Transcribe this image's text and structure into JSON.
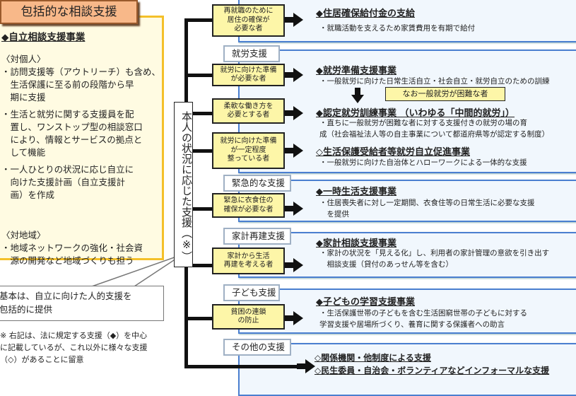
{
  "left": {
    "title": "包括的な相談支援",
    "heading": "◆自立相談支援事業",
    "individual_label": "〈対個人〉",
    "individual_lines": [
      "・訪問支援等（アウトリーチ）も含め、",
      "　生活保護に至る前の段階から早",
      "　期に支援",
      "・生活と就労に関する支援員を配",
      "　置し、ワンストップ型の相談窓口",
      "　により、情報とサービスの拠点と",
      "　して機能",
      "・一人ひとりの状況に応じ自立に",
      "　向けた支援計画（自立支援計",
      "　画）を作成"
    ],
    "community_label": "〈対地域〉",
    "community_lines": [
      "・地域ネットワークの強化・社会資",
      "　源の開発など地域づくりも担う"
    ],
    "callout": [
      "基本は、自立に向けた人的支援を",
      "包括的に提供"
    ],
    "note": [
      "※ 右記は、法に規定する支援（◆）を中心",
      "に記載しているが、これ以外に様々な支援",
      "（◇）があることに留意"
    ]
  },
  "center_label": "本人の状況に応じた支援（※）",
  "sections": [
    {
      "tab": "",
      "items": [
        {
          "cond": [
            "再就職のために",
            "居住の確保が",
            "必要な者"
          ],
          "title": "◆住居確保給付金の支給",
          "desc": [
            "・就職活動を支えるため家賃費用を有期で給付"
          ]
        }
      ]
    },
    {
      "tab": "就労支援",
      "items": [
        {
          "cond": [
            "就労に向けた準備",
            "が必要な者"
          ],
          "title": "◆就労準備支援事業",
          "desc": [
            "・一般就労に向けた日常生活自立・社会自立・就労自立のための訓練"
          ]
        },
        {
          "cond": [
            "柔軟な働き方を",
            "必要とする者"
          ],
          "title": "◆認定就労訓練事業 （いわゆる「中間的就労」）",
          "desc": [
            "・直ちに一般就労が困難な者に対する支援付きの就労の場の育",
            "成（社会福祉法人等の自主事業について都道府県等が認定する制度）"
          ]
        },
        {
          "cond": [
            "就労に向けた準備",
            "が一定程度",
            "整っている者"
          ],
          "title": "◇生活保護受給者等就労自立促進事業",
          "desc": [
            "・一般就労に向けた自治体とハローワークによる一体的な支援"
          ]
        }
      ],
      "note": "なお一般就労が困難な者"
    },
    {
      "tab": "緊急的な支援",
      "items": [
        {
          "cond": [
            "緊急に衣食住の",
            "確保が必要な者"
          ],
          "title": "◆一時生活支援事業",
          "desc": [
            "・住居喪失者に対し一定期間、衣食住等の日常生活に必要な支援",
            "　を提供"
          ]
        }
      ]
    },
    {
      "tab": "家計再建支援",
      "items": [
        {
          "cond": [
            "家計から生活",
            "再建を考える者"
          ],
          "title": "◆家計相談支援事業",
          "desc": [
            "・家計の状況を「見える化」し、利用者の家計管理の意欲を引き出す",
            "　相談支援（貸付のあっせん等を含む）"
          ]
        }
      ]
    },
    {
      "tab": "子ども支援",
      "items": [
        {
          "cond": [
            "貧困の連鎖",
            "の防止"
          ],
          "title": "◆子どもの学習支援事業",
          "desc": [
            "・生活保護世帯の子どもを含む生活困窮世帯の子どもに対する",
            "学習支援や居場所づくり、養育に関する保護者への助言"
          ]
        }
      ]
    },
    {
      "tab": "その他の支援",
      "items": [
        {
          "lines": [
            "◇関係機関・他制度による支援",
            "◇民生委員・自治会・ボランティアなどインフォーマルな支援"
          ]
        }
      ]
    }
  ]
}
